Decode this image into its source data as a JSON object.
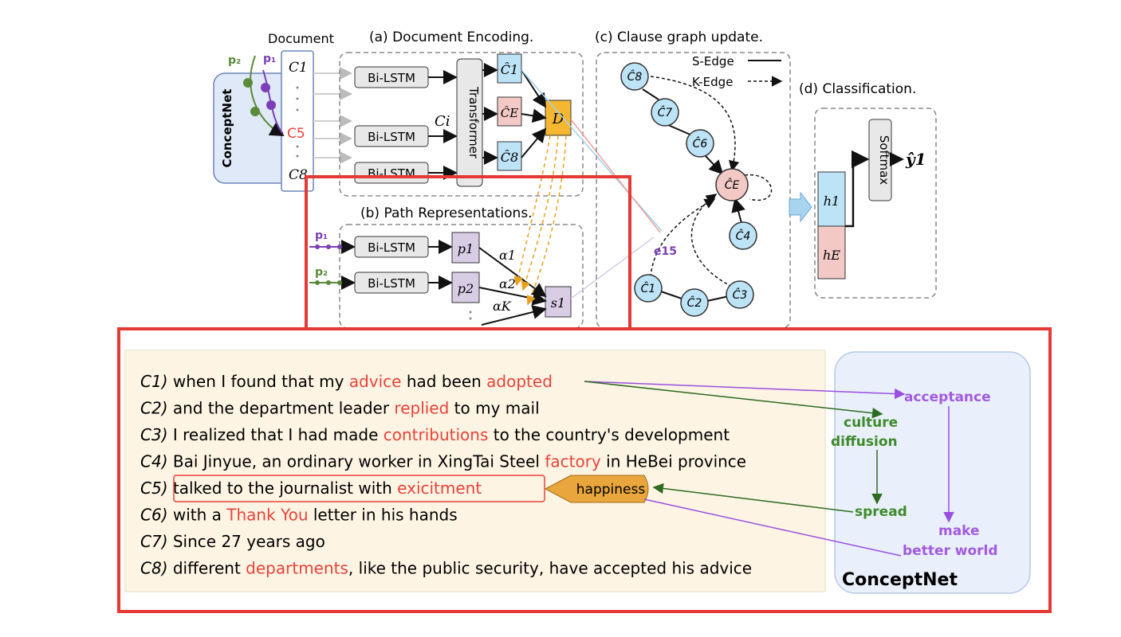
{
  "architecture": {
    "document_label": "Document",
    "conceptnet_label": "ConceptNet",
    "doc_clauses": [
      "C1",
      "C5",
      "C8"
    ],
    "paths_top": [
      "p₂",
      "p₁"
    ],
    "doc_encoding_title": "(a) Document Encoding.",
    "bilstm_label": "Bi-LSTM",
    "transformer_label": "Transformer",
    "ci_label": "Ci",
    "chat_labels": [
      "Ĉ1",
      "ĈE",
      "Ĉ8"
    ],
    "d_label": "D",
    "path_title": "(b) Path Representations.",
    "path_inputs": [
      "p₁",
      "p₂"
    ],
    "path_boxes": [
      "p1",
      "p2"
    ],
    "alphas": [
      "α1",
      "α2",
      "αK"
    ],
    "s_label": "s1",
    "graph_title": "(c) Clause graph update.",
    "s_edge_label": "S-Edge",
    "k_edge_label": "K-Edge",
    "e15_label": "e15",
    "graph_nodes": [
      "Ĉ8",
      "Ĉ7",
      "Ĉ6",
      "ĈE",
      "Ĉ4",
      "Ĉ3",
      "Ĉ2",
      "Ĉ1"
    ],
    "class_title": "(d) Classification.",
    "h1_label": "h1",
    "hE_label": "hE",
    "softmax_label": "Softmax",
    "y_label": "ŷ1"
  },
  "example": {
    "clauses": [
      {
        "id": "C1)",
        "parts": [
          {
            "t": "when I found that my "
          },
          {
            "t": "advice",
            "hl": true
          },
          {
            "t": " had been "
          },
          {
            "t": "adopted",
            "hl": true
          }
        ]
      },
      {
        "id": "C2)",
        "parts": [
          {
            "t": "and the department leader "
          },
          {
            "t": "replied",
            "hl": true
          },
          {
            "t": " to my mail"
          }
        ]
      },
      {
        "id": "C3)",
        "parts": [
          {
            "t": "I realized that I had made "
          },
          {
            "t": "contributions",
            "hl": true
          },
          {
            "t": " to the country's development"
          }
        ]
      },
      {
        "id": "C4)",
        "parts": [
          {
            "t": "Bai Jinyue, an ordinary worker in XingTai Steel "
          },
          {
            "t": "factory",
            "hl": true
          },
          {
            "t": " in HeBei province"
          }
        ]
      },
      {
        "id": "C5)",
        "parts": [
          {
            "t": "talked to the journalist with "
          },
          {
            "t": "exicitment",
            "hl": true
          }
        ]
      },
      {
        "id": "C6)",
        "parts": [
          {
            "t": "with a "
          },
          {
            "t": "Thank You",
            "hl": true
          },
          {
            "t": " letter in his hands"
          }
        ]
      },
      {
        "id": "C7)",
        "parts": [
          {
            "t": "Since 27 years ago"
          }
        ]
      },
      {
        "id": "C8)",
        "parts": [
          {
            "t": "different "
          },
          {
            "t": "departments",
            "hl": true
          },
          {
            "t": ", like the public security, have accepted his advice"
          }
        ]
      }
    ],
    "emotion_label": "happiness",
    "conceptnet_title": "ConceptNet",
    "concepts": {
      "acceptance": "acceptance",
      "culture": "culture",
      "diffusion": "diffusion",
      "spread": "spread",
      "make": "make",
      "better_world": "better world"
    }
  },
  "colors": {
    "highlight": "#e8433a",
    "red_frame": "#e53935",
    "path_purple": "#7b3fb5",
    "path_green": "#5a8a3a",
    "concept_green": "#3f8a2c",
    "concept_purple": "#a25ae0",
    "node_blue": "#bde3f7",
    "node_pink": "#f3c9c6",
    "d_orange": "#f5b731",
    "happiness_fill": "#e8a63c",
    "panel_beige": "#fdf4e3",
    "panel_blue": "#e9f0fb"
  }
}
